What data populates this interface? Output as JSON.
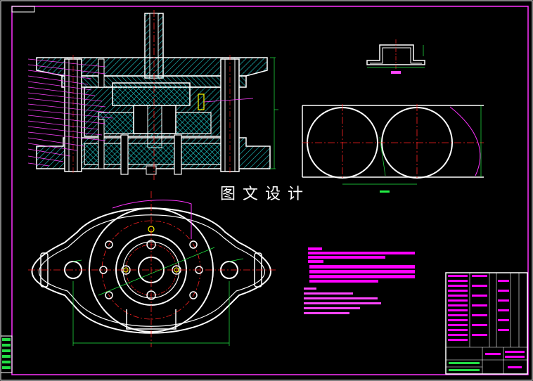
{
  "watermark": "图文设计",
  "colors": {
    "background": "#000000",
    "outline": "#ffffff",
    "frame": "#ff00ff",
    "centerline": "#ff0000",
    "dimension": "#00ff00",
    "hatch": "#00c8c8",
    "note": "#ff00ff",
    "highlight": "#ffff00"
  },
  "icons": [
    "drawing-frame",
    "cad-title-block"
  ]
}
